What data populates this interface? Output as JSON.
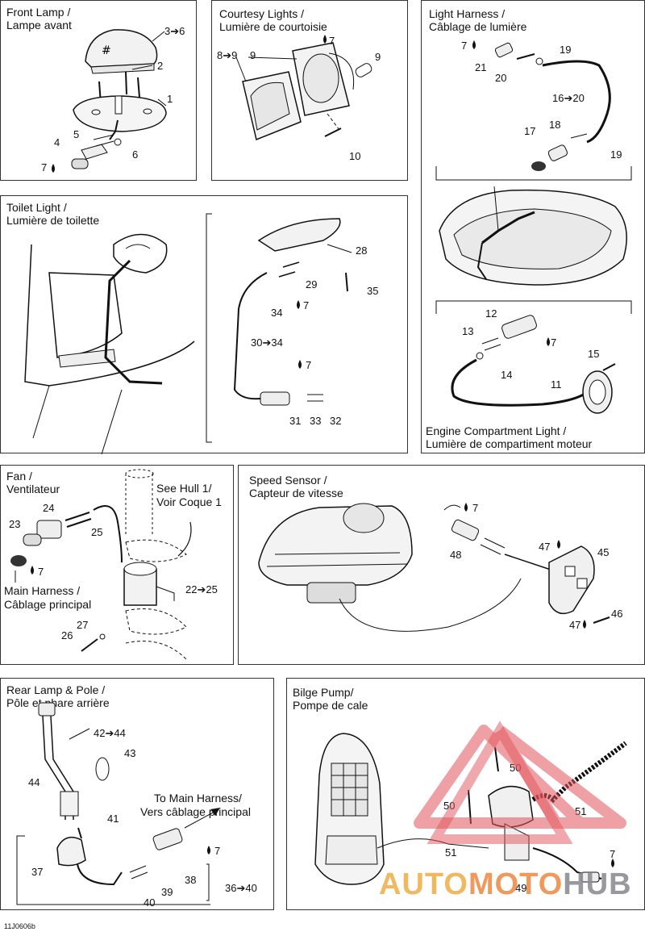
{
  "doc_code": "11J0606b",
  "panels": {
    "front_lamp": {
      "title1": "Front Lamp /",
      "title2": "Lampe avant",
      "labels": {
        "l1": "1",
        "l2": "2",
        "l3to6": "3➔6",
        "l4": "4",
        "l5": "5",
        "l6": "6",
        "l7": "7"
      }
    },
    "courtesy": {
      "title1": "Courtesy Lights /",
      "title2": "Lumière de courtoisie",
      "labels": {
        "l7": "7",
        "l8to9": "8➔9",
        "l9a": "9",
        "l9b": "9",
        "l10": "10"
      }
    },
    "light_harness": {
      "title1": "Light Harness /",
      "title2": "Câblage de lumière",
      "labels": {
        "l7": "7",
        "l21": "21",
        "l19a": "19",
        "l20": "20",
        "l16to20": "16➔20",
        "l17": "17",
        "l18": "18",
        "l19b": "19"
      }
    },
    "toilet": {
      "title1": "Toilet Light /",
      "title2": "Lumière de toilette",
      "labels": {
        "l28": "28",
        "l29": "29",
        "l35": "35",
        "l34": "34",
        "l7a": "7",
        "l30to34": "30➔34",
        "l7b": "7",
        "l31": "31",
        "l33": "33",
        "l32": "32"
      }
    },
    "engine_light": {
      "title1": "Engine Compartment Light /",
      "title2": "Lumière de compartiment moteur",
      "labels": {
        "l12": "12",
        "l13": "13",
        "l7": "7",
        "l14": "14",
        "l15": "15",
        "l11": "11"
      }
    },
    "fan": {
      "title1": "Fan /",
      "title2": "Ventilateur",
      "note1": "See Hull 1/",
      "note2": "Voir Coque 1",
      "main1": "Main Harness /",
      "main2": "Câblage principal",
      "labels": {
        "l24": "24",
        "l23": "23",
        "l25": "25",
        "l7": "7",
        "l22to25": "22➔25",
        "l27": "27",
        "l26": "26"
      }
    },
    "speed_sensor": {
      "title1": "Speed Sensor /",
      "title2": "Capteur de vitesse",
      "labels": {
        "l7": "7",
        "l48": "48",
        "l47a": "47",
        "l45": "45",
        "l47b": "47",
        "l46": "46"
      }
    },
    "rear_lamp": {
      "title1": "Rear Lamp & Pole /",
      "title2": "Pôle et phare arrière",
      "to1": "To Main Harness/",
      "to2": "Vers câblage principal",
      "labels": {
        "l42to44": "42➔44",
        "l43": "43",
        "l44": "44",
        "l41": "41",
        "l7": "7",
        "l37": "37",
        "l38": "38",
        "l39": "39",
        "l40": "40",
        "l36to40": "36➔40"
      }
    },
    "bilge": {
      "title1": "Bilge Pump/",
      "title2": "Pompe de cale",
      "labels": {
        "l50a": "50",
        "l50b": "50",
        "l51a": "51",
        "l51b": "51",
        "l49": "49",
        "l7": "7"
      }
    }
  },
  "watermark": {
    "part1": "AUTO",
    "part2": "MOTO",
    "part3": "HUB"
  }
}
